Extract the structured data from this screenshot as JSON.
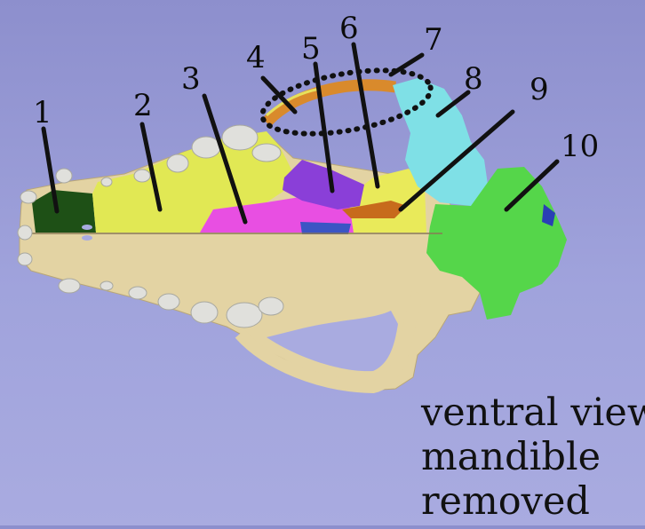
{
  "diagram": {
    "labels": [
      {
        "id": "1",
        "text": "1"
      },
      {
        "id": "2",
        "text": "2"
      },
      {
        "id": "3",
        "text": "3"
      },
      {
        "id": "4",
        "text": "4"
      },
      {
        "id": "5",
        "text": "5"
      },
      {
        "id": "6",
        "text": "6"
      },
      {
        "id": "7",
        "text": "7"
      },
      {
        "id": "8",
        "text": "8"
      },
      {
        "id": "9",
        "text": "9"
      },
      {
        "id": "10",
        "text": "10"
      }
    ],
    "caption": [
      "ventral view",
      "mandible",
      "removed"
    ]
  },
  "colors": {
    "background": "#9a9dd6",
    "bone": "#e3d3a3",
    "teeth": "#e0e0dc",
    "region_1": "#1e5016",
    "region_2": "#e1e854",
    "region_3": "#e84fe2",
    "region_4": "#d98a2c",
    "region_5": "#8a3fd8",
    "region_6": "#e9ea5a",
    "region_7": "#3b55c4",
    "region_8": "#7fe0e6",
    "region_9": "#c76b1c",
    "region_10": "#55d64a"
  }
}
